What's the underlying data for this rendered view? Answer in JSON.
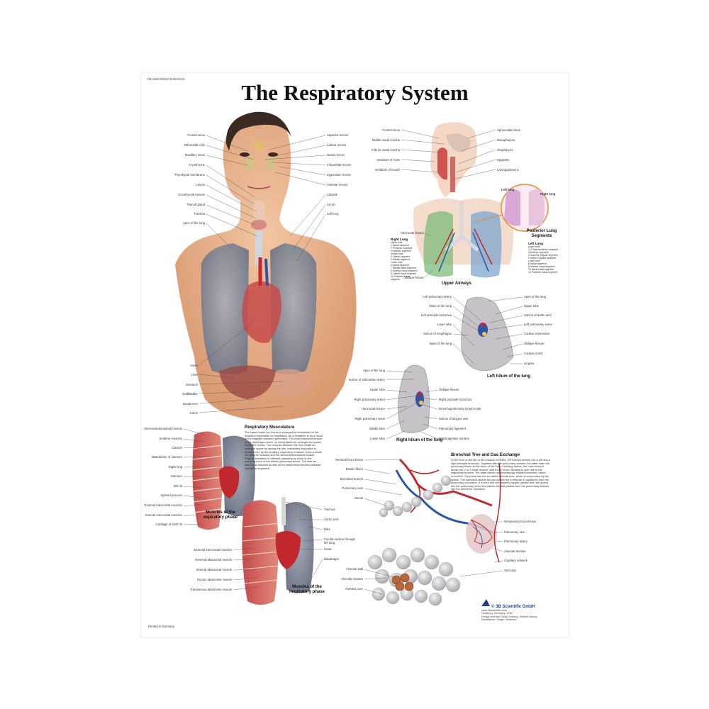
{
  "poster": {
    "code": "VR1322/4006675/1001516",
    "title": "The Respiratory System",
    "printed": "Printed in Germany"
  },
  "torso_labels": {
    "left": [
      "Frontal sinus",
      "Ethmoidal cells",
      "Maxillary sinus",
      "Hyoid bone",
      "Thyrohyoid membrane",
      "Larynx",
      "Cricothyroid muscle",
      "Thyroid gland",
      "Trachea",
      "Apex of the lung"
    ],
    "right": [
      "Superior recess",
      "Lateral recess",
      "Nasal recess",
      "Infraorbital recess",
      "Zygomatic recess",
      "Alveolar recess",
      "Clavicle",
      "1st rib",
      "Left lung"
    ],
    "bottom": [
      "Heart",
      "Liver",
      "Stomach",
      "Gallbladder",
      "Duodenum",
      "Colon"
    ]
  },
  "upper_airways": {
    "left": [
      "Frontal sinus",
      "Middle nasal concha",
      "Inferior nasal concha",
      "Vestibule of nose",
      "Vestibule of mouth"
    ],
    "right": [
      "Sphenoidal sinus",
      "Nasopharynx",
      "Oropharynx",
      "Epiglottis",
      "Laryngopharynx"
    ],
    "caption": "Upper Airways",
    "horizontal_fissure": "Horizontal fissure",
    "oblique_fissure": "Oblique fissure",
    "right_lung_title": "Right Lung",
    "right_lung_items": [
      "Upper lobe",
      "1 Apical segment",
      "2 Posterior segment",
      "3 Anterior segment",
      "Middle lobe",
      "4 Lateral segment",
      "5 Medial segment",
      "Lower lobe",
      "6 Apical segment",
      "7 Medial basal segment",
      "8 Anterior basal segment",
      "9 Lateral basal segment",
      "10 Posterior basal segment"
    ],
    "left_lung_title": "Left Lung",
    "left_lung_items": [
      "Upper lobe",
      "1+2 Apicoposterior segment",
      "3 Anterior segment",
      "4 Superior lingular segment",
      "5 Inferior lingular segment",
      "Lower lobe",
      "6 Apical segment",
      "8 Anterior basal segment",
      "9 Lateral basal segment",
      "10 Posterior basal segment"
    ],
    "segments_caption": "Posterior Lung Segments",
    "inset_left": "Left lung",
    "inset_right": "Right lung"
  },
  "left_hilum": {
    "left": [
      "Left pulmonary artery",
      "Hilum of the lung",
      "Left principle bronchus",
      "Lower lobe",
      "Sulcus of esophagus",
      "Base of the lung"
    ],
    "right": [
      "Apex of the lung",
      "Upper lobe",
      "Sulcus of aortic arch",
      "Left pulmonary veins",
      "Cardiac impression",
      "Oblique fissure",
      "Cardiac notch",
      "Lingula"
    ],
    "caption": "Left hilum of the lung"
  },
  "right_hilum": {
    "left": [
      "Apex of the lung",
      "Sulcus of subclavian artery",
      "Upper lobe",
      "Right pulmonary artery",
      "Horizontal fissure",
      "Right pulmonary veins",
      "Middle lobe",
      "Lower lobe"
    ],
    "right": [
      "Oblique fissure",
      "Right principle bronchus",
      "Bronchopulmonary lymph node",
      "Sulcus of azygos vein",
      "Pulmonary ligament",
      "Diaphragmatic surface"
    ],
    "caption": "Right hilum of the lung"
  },
  "musculature": {
    "title": "Respiratory Musculature",
    "text": "The space inside the thorax is enlarged by contraction of the muscles responsible for inspiration. Air is breathed in as a result of the negative pressure generated. The most important muscle is the diaphragm which, on being flattened, enlarges the space inside the thorax. The muscles between the ribs create an enlarged space by raising the ribs. Intensified inspiration is underpinned by the ancillary respiratory muscles, which include the scalene muscles and the sternocleidomastoid muscle. Regular expiration is effected passively by virtue of the restoring force of the elastic pulmonary tissue. The internal intercostal muscles as well as the abdominal muscles facilitate intensified expiration.",
    "exp_labels": [
      "Sternocleidomastoid muscle",
      "Scalene muscles",
      "Clavicle",
      "Manubrium of sternum",
      "Right lung",
      "Sternum",
      "5th rib",
      "Xiphoid process",
      "External intercostal muscles",
      "Internal intercostal muscles",
      "Cartilage of 10th rib"
    ],
    "exp_caption": "Muscles of the expiratory phase",
    "insp_left": [
      "External intercostal muscles",
      "External abdominal muscle",
      "Internal abdominal muscle",
      "Rectus abdominis muscle",
      "Transversus abdominis muscle"
    ],
    "insp_right": [
      "Trachea",
      "Aortic arch",
      "Ribs",
      "Frontal section through left lung",
      "Heart",
      "Diaphragm"
    ],
    "insp_caption": "Muscles of the inspiratory phase"
  },
  "bronchial": {
    "title": "Bronchial Tree and Gas Exchange",
    "text": "At the level of the 4th to 5th thoracic vertebra, the trachea divides into a left and a right principle bronchus. Together with the pulmonary vessels, the latter enter the pulmonary tissue at the hilum of the lung. Coursing further, the main bronchi divide into 2 or 3 lobar bronchi, with these in turn dividing to give rise to the segmental bronchi. The latter divide into increasingly smaller branches, called bronchioli. They lead into the so-called alveolar duct, which is surrounded by the alveoli. The individual alveoli are surrounded by a network of capillaries from the pulmonary circulation. It is here that the inspired oxygen passes from the alveoli into the pulmonary veins and carbon dioxide passes from the pulmonary arteries into the alveoli for expiration.",
    "left": [
      "Terminal bronchiolus",
      "Elastic fibers",
      "Bronchial branch",
      "Pulmonary vein",
      "Alveoli"
    ],
    "right": [
      "Respiratory bronchiolus",
      "Pulmonary vein",
      "Pulmonary artery",
      "Alveolar ductule",
      "Capillary network",
      "Sacculus"
    ],
    "bottom_left": [
      "Alveolar wall",
      "Alveolar septum",
      "Alveolar pore"
    ]
  },
  "footer": {
    "brand": "© 3B Scientific GmbH",
    "lines": [
      "www.3bscientific.com",
      "Hamburg, Germany, 1998",
      "Design and text: Antje Gaiberg, Wilfried Nering",
      "Illustrations: Holger Vanselow"
    ]
  },
  "colors": {
    "artery": "#c0282d",
    "vein": "#2a55a8",
    "skin": "#e8b48f",
    "lung": "#8b93a3",
    "alveoli": "#d8d8dc"
  }
}
